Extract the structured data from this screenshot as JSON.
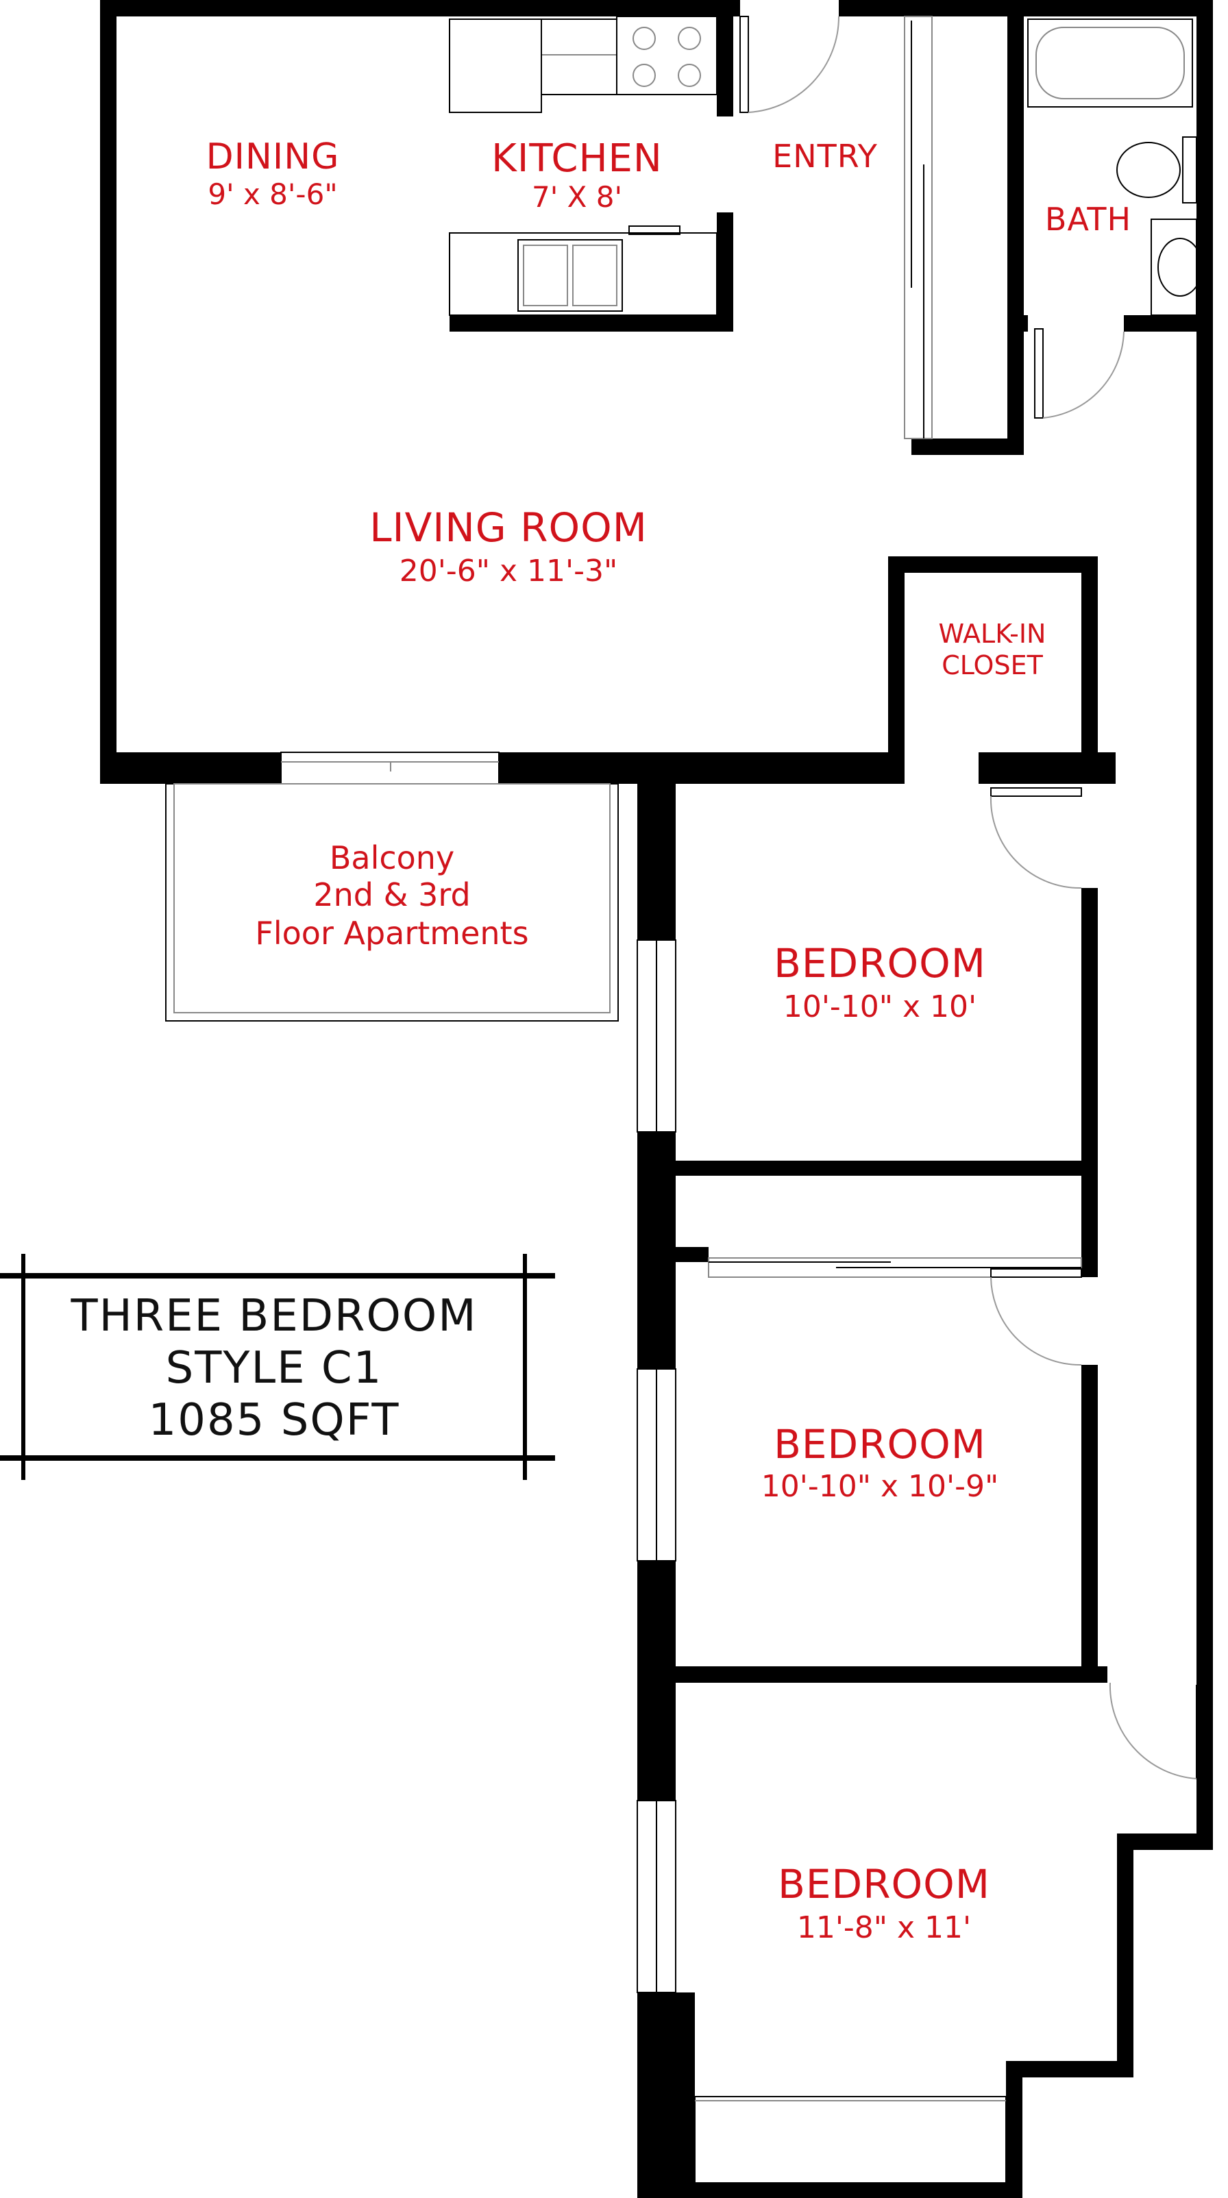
{
  "rooms": {
    "dining": {
      "name": "DINING",
      "dims": "9' x 8'-6\""
    },
    "kitchen": {
      "name": "KITCHEN",
      "dims": "7' X 8'"
    },
    "entry": {
      "name": "ENTRY"
    },
    "bath": {
      "name": "BATH"
    },
    "living": {
      "name": "LIVING ROOM",
      "dims": "20'-6\" x 11'-3\""
    },
    "walkin": {
      "line1": "WALK-IN",
      "line2": "CLOSET"
    },
    "bedroom1": {
      "name": "BEDROOM",
      "dims": "10'-10\" x 10'"
    },
    "bedroom2": {
      "name": "BEDROOM",
      "dims": "10'-10\" x 10'-9\""
    },
    "bedroom3": {
      "name": "BEDROOM",
      "dims": "11'-8\" x 11'"
    }
  },
  "balcony": {
    "line1": "Balcony",
    "line2": "2nd & 3rd",
    "line3": "Floor Apartments"
  },
  "style_box": {
    "line1": "THREE BEDROOM",
    "line2": "STYLE C1",
    "line3": "1085 SQFT"
  },
  "colors": {
    "label": "#d1131b",
    "wall": "#000000",
    "text": "#111111"
  }
}
